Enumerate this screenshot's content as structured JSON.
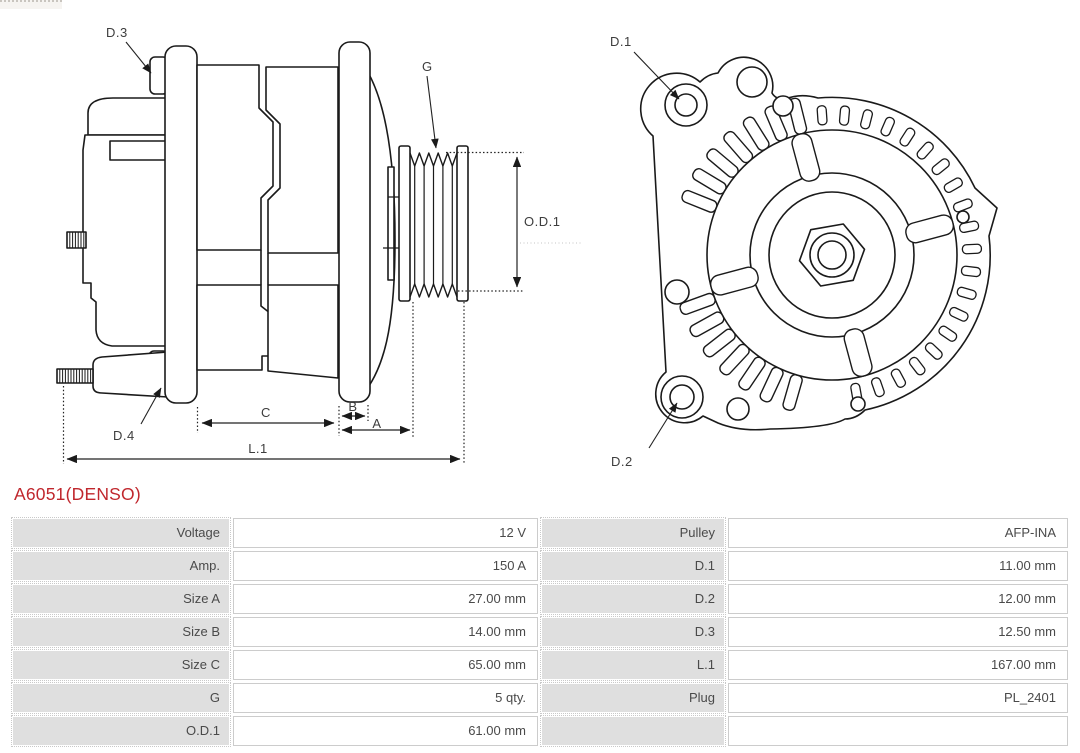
{
  "part": {
    "title": "A6051(DENSO)"
  },
  "diagram": {
    "side": {
      "d3": "D.3",
      "d4": "D.4",
      "g": "G",
      "od1": "O.D.1",
      "a": "A",
      "b": "B",
      "c": "C",
      "l1": "L.1"
    },
    "front": {
      "d1": "D.1",
      "d2": "D.2"
    }
  },
  "table": {
    "rows": [
      {
        "label1": "Voltage",
        "value1": "12 V",
        "label2": "Pulley",
        "value2": "AFP-INA"
      },
      {
        "label1": "Amp.",
        "value1": "150 A",
        "label2": "D.1",
        "value2": "11.00 mm"
      },
      {
        "label1": "Size A",
        "value1": "27.00 mm",
        "label2": "D.2",
        "value2": "12.00 mm"
      },
      {
        "label1": "Size B",
        "value1": "14.00 mm",
        "label2": "D.3",
        "value2": "12.50 mm"
      },
      {
        "label1": "Size C",
        "value1": "65.00 mm",
        "label2": "L.1",
        "value2": "167.00 mm"
      },
      {
        "label1": "G",
        "value1": "5 qty.",
        "label2": "Plug",
        "value2": "PL_2401"
      },
      {
        "label1": "O.D.1",
        "value1": "61.00 mm",
        "label2": "",
        "value2": ""
      }
    ]
  },
  "colors": {
    "title_red": "#c0272d",
    "drawing_line": "#1a1a1a",
    "label_cell_bg": "#dfdfdf",
    "cell_border": "#cccccc",
    "cell_text": "#4a4a4a"
  }
}
